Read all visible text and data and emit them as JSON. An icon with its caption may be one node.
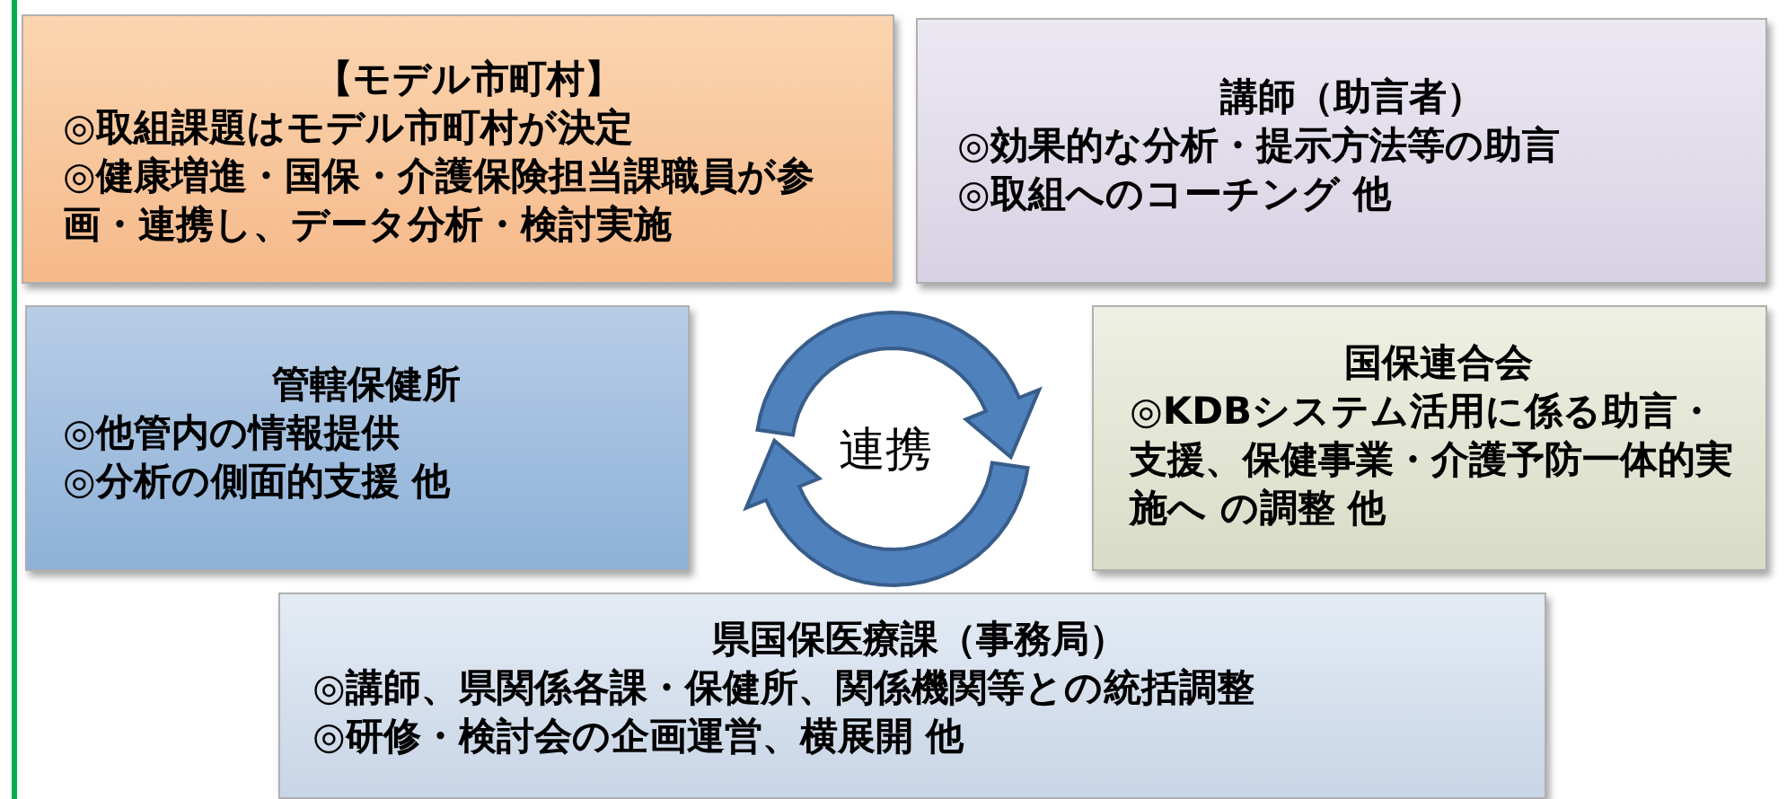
{
  "diagram": {
    "nodes": [
      {
        "text": [
          "【モデル市町村】",
          "◎取組課題はモデル市町村が決定",
          "◎健康増進・国保・介護保険担当課職員が参画・連携し、データ分析・検討実施"
        ]
      },
      {
        "text": [
          "講師（助言者）",
          "◎効果的な分析・提示方法等の助言",
          "◎取組へのコーチング 他"
        ]
      },
      {
        "text": [
          "管轄保健所",
          "◎他管内の情報提供",
          "◎分析の側面的支援 他"
        ]
      },
      {
        "text": [
          "国保連合会",
          "◎KDBシステム活用に係る助言・支援、保健事業・介護予防一体的実施へ の調整 他"
        ]
      },
      {
        "text": [
          "県国保医療課（事務局）",
          "◎講師、県関係各課・保健所、関係機関等との統括調整",
          "◎研修・検討会の企画運営、横展開 他"
        ]
      }
    ],
    "labels": [
      "連携"
    ]
  }
}
